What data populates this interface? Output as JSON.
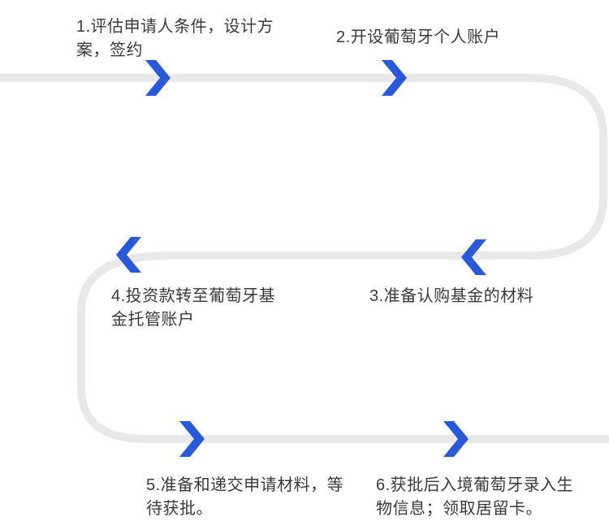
{
  "diagram": {
    "type": "process-flow",
    "steps": [
      {
        "id": "1",
        "label": "1.评估申请人条件，设计方\n案，签约",
        "direction": "right"
      },
      {
        "id": "2",
        "label": "2.开设葡萄牙个人账户",
        "direction": "right"
      },
      {
        "id": "3",
        "label": "3.准备认购基金的材料",
        "direction": "left"
      },
      {
        "id": "4",
        "label": "4.投资款转至葡萄牙基\n金托管账户",
        "direction": "left"
      },
      {
        "id": "5",
        "label": "5.准备和递交申请材料，等\n待获批。",
        "direction": "right"
      },
      {
        "id": "6",
        "label": "6.获批后入境葡萄牙录入生\n物信息；领取居留卡。",
        "direction": "right"
      }
    ],
    "colors": {
      "arrow": "#2959db",
      "path": "#e8e8e8",
      "text": "#3a3a3a",
      "background": "#ffffff"
    }
  }
}
